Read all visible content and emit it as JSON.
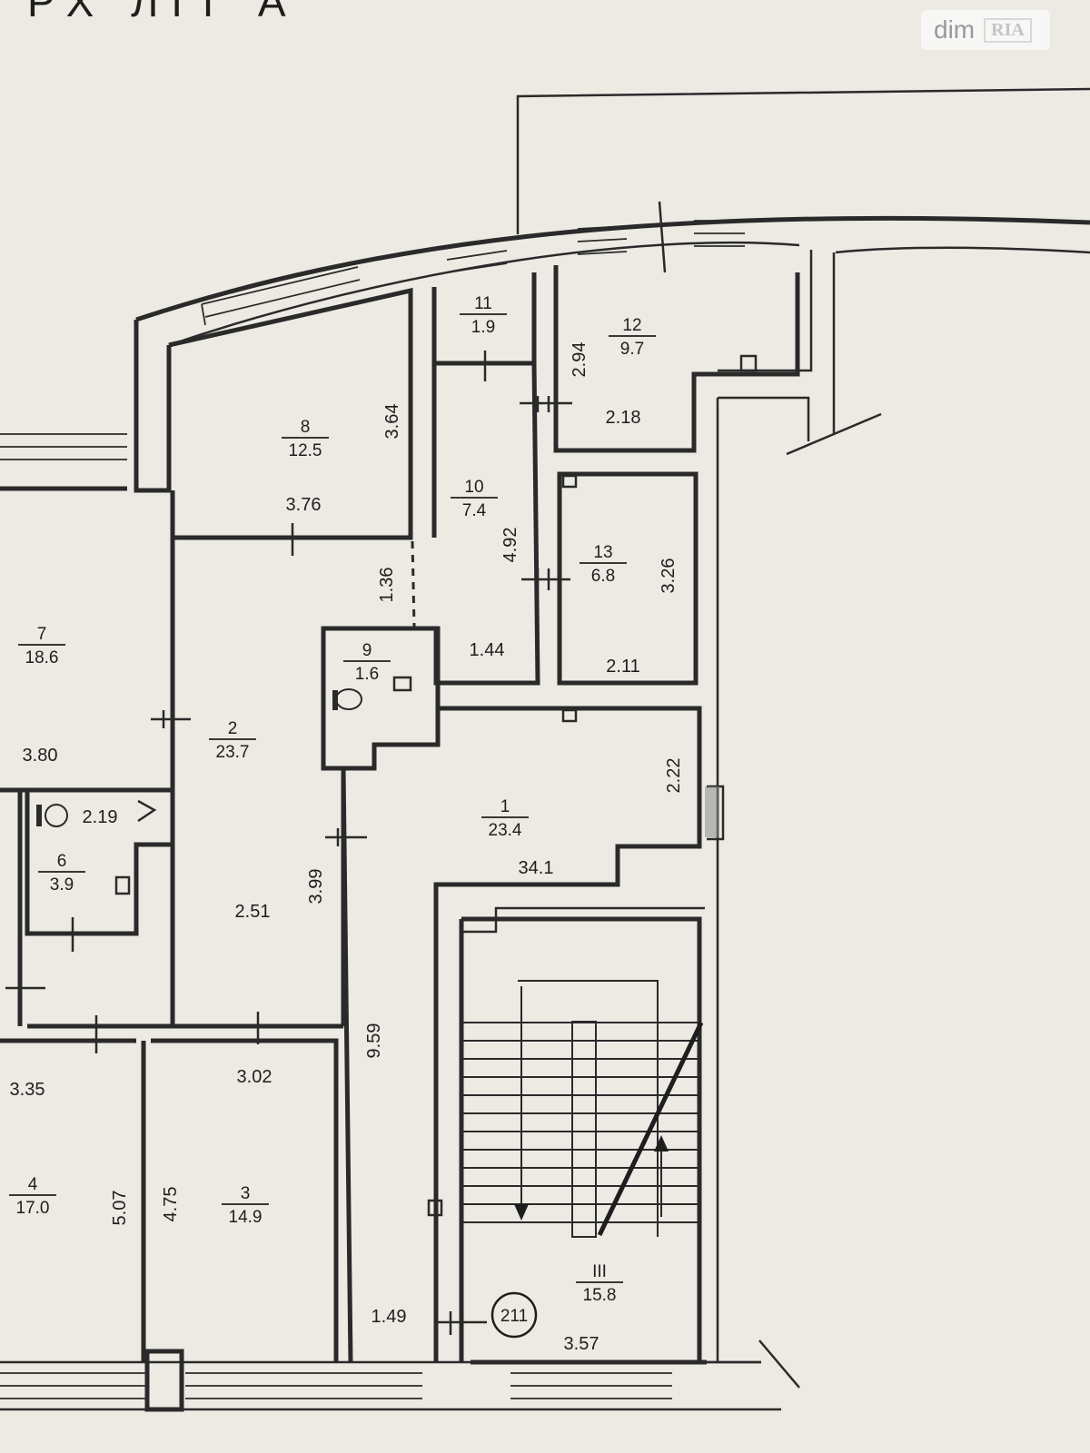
{
  "header": {
    "text": "РХ ЛІТ А"
  },
  "watermark": {
    "brand": "dim",
    "sub": "RIA"
  },
  "rooms": [
    {
      "id": "room-1",
      "num": "1",
      "area": "23.4"
    },
    {
      "id": "room-2",
      "num": "2",
      "area": "23.7"
    },
    {
      "id": "room-3",
      "num": "3",
      "area": "14.9"
    },
    {
      "id": "room-4",
      "num": "4",
      "area": "17.0"
    },
    {
      "id": "room-6",
      "num": "6",
      "area": "3.9"
    },
    {
      "id": "room-7",
      "num": "7",
      "area": "18.6"
    },
    {
      "id": "room-8",
      "num": "8",
      "area": "12.5"
    },
    {
      "id": "room-9",
      "num": "9",
      "area": "1.6"
    },
    {
      "id": "room-10",
      "num": "10",
      "area": "7.4"
    },
    {
      "id": "room-11",
      "num": "11",
      "area": "1.9"
    },
    {
      "id": "room-12",
      "num": "12",
      "area": "9.7"
    },
    {
      "id": "room-13",
      "num": "13",
      "area": "6.8"
    },
    {
      "id": "room-III",
      "num": "III",
      "area": "15.8"
    }
  ],
  "dimensions": {
    "d_364": "3.64",
    "d_376": "3.76",
    "d_136": "1.36",
    "d_492": "4.92",
    "d_144": "1.44",
    "d_294": "2.94",
    "d_218": "2.18",
    "d_326": "3.26",
    "d_211": "2.11",
    "d_380": "3.80",
    "d_219": "2.19",
    "d_222": "2.22",
    "d_341": "34.1",
    "d_251": "2.51",
    "d_399": "3.99",
    "d_959": "9.59",
    "d_335": "3.35",
    "d_302": "3.02",
    "d_507": "5.07",
    "d_475": "4.75",
    "d_149": "1.49",
    "d_357": "3.57"
  },
  "apartment_number": "211"
}
